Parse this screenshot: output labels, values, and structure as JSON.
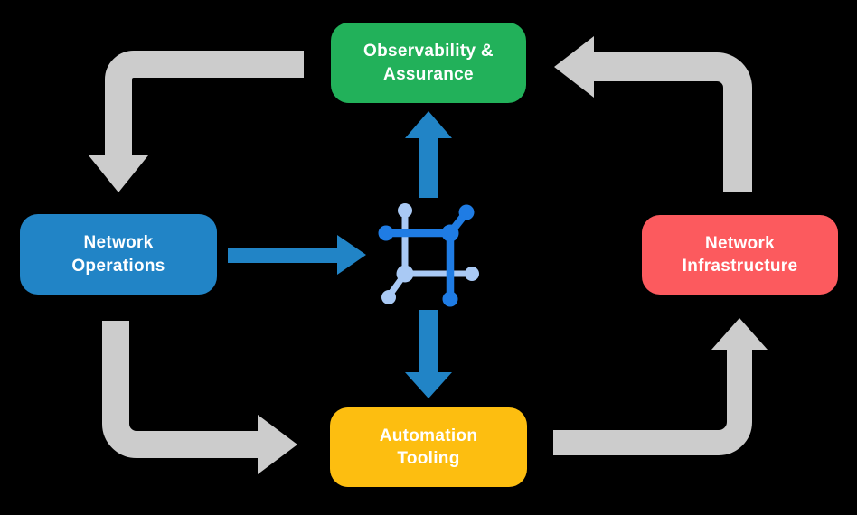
{
  "canvas": {
    "background": "#000000",
    "text_color": "#FFFFFF"
  },
  "nodes": {
    "observability": {
      "label": "Observability &\nAssurance",
      "color": "#22B15A"
    },
    "operations": {
      "label": "Network\nOperations",
      "color": "#2184C6"
    },
    "infrastructure": {
      "label": "Network\nInfrastructure",
      "color": "#FC5A5E"
    },
    "automation": {
      "label": "Automation\nTooling",
      "color": "#FDBE10"
    }
  },
  "center_icon": {
    "name": "network-mesh-icon",
    "primary_color": "#1F7CE4",
    "accent_color": "#A9C9F4"
  },
  "arrows": {
    "cycle_color": "#CCCCCC",
    "data_flow_color": "#2184C6",
    "cycle": [
      {
        "from": "Observability & Assurance",
        "to": "Network Operations"
      },
      {
        "from": "Network Operations",
        "to": "Automation Tooling"
      },
      {
        "from": "Automation Tooling",
        "to": "Network Infrastructure"
      },
      {
        "from": "Network Infrastructure",
        "to": "Observability & Assurance"
      }
    ],
    "data_flows": [
      {
        "from": "Network Operations",
        "to": "center-icon"
      },
      {
        "from": "center-icon",
        "to": "Observability & Assurance"
      },
      {
        "from": "center-icon",
        "to": "Automation Tooling"
      }
    ]
  }
}
